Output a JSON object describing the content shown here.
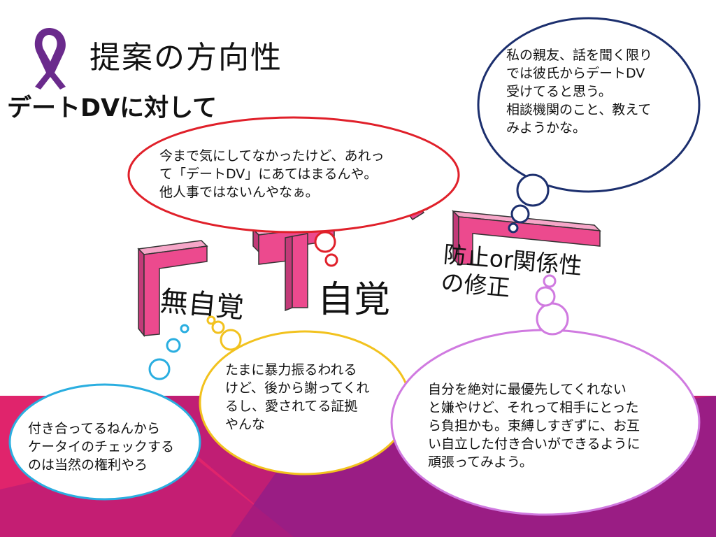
{
  "slide": {
    "title": "提案の方向性",
    "subtitle": "デートDVに対して",
    "ribbon_icon": "awareness-ribbon-icon",
    "colors": {
      "ribbon": "#6a2a8c",
      "stairs": "#ec4a8e",
      "stairs_outline": "#333333",
      "band_pink": "#e0246c",
      "band_purple": "#8a1f86",
      "red_cloud": "#e0202a",
      "navy_cloud": "#1c2f6e",
      "blue_cloud": "#2aaee0",
      "yellow_cloud": "#f2c21e",
      "violet_cloud": "#d07ae0"
    }
  },
  "stairs": {
    "steps": [
      {
        "label": "無自覚"
      },
      {
        "label": "自覚"
      },
      {
        "label": "防止or関係性\nの修正"
      }
    ]
  },
  "bubbles": {
    "red": {
      "text": "今まで気にしてなかったけど、あれっ\nて「デートDV」にあてはまるんや。\n他人事ではないんやなぁ。"
    },
    "navy": {
      "text": "私の親友、話を聞く限り\nでは彼氏からデートDV\n受けてると思う。\n相談機関のこと、教えて\nみようかな。"
    },
    "blue": {
      "text": "付き合ってるねんから\nケータイのチェックする\nのは当然の権利やろ"
    },
    "yellow": {
      "text": "たまに暴力振るわれる\nけど、後から謝ってくれ\nるし、愛されてる証拠\nやんな"
    },
    "violet": {
      "text": "自分を絶対に最優先してくれない\nと嫌やけど、それって相手にとった\nら負担かも。束縛しすぎずに、お互\nい自立した付き合いができるように\n頑張ってみよう。"
    }
  }
}
